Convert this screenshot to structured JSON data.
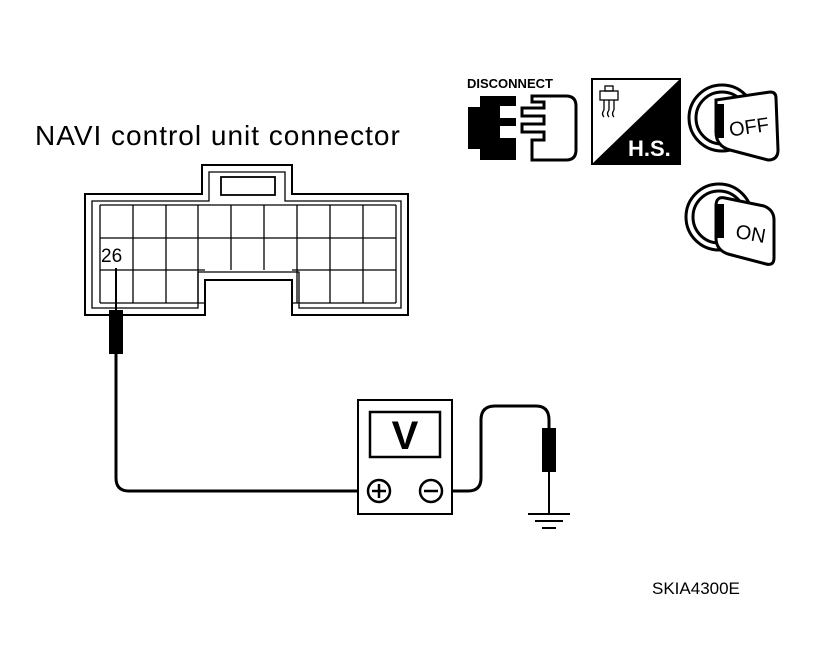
{
  "connector": {
    "label": "NAVI control unit connector",
    "pin": "26"
  },
  "icons": {
    "disconnect_label": "DISCONNECT",
    "hs_label": "H.S.",
    "key_off_label": "OFF",
    "key_on_label": "ON"
  },
  "meter": {
    "symbol": "V"
  },
  "figure_code": "SKIA4300E"
}
